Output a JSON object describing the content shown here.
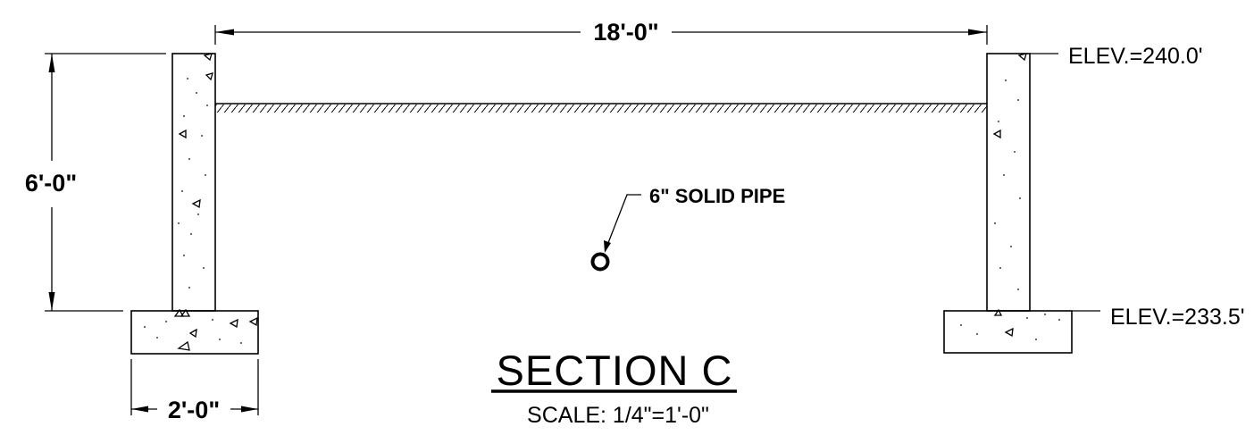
{
  "dims": {
    "span": "18'-0\"",
    "wall_height": "6'-0\"",
    "footing_width": "2'-0\""
  },
  "elevations": {
    "top": "ELEV.=240.0'",
    "bottom": "ELEV.=233.5'"
  },
  "pipe": {
    "label": "6\" SOLID PIPE"
  },
  "title": {
    "main": "SECTION C",
    "scale": "SCALE:  1/4\"=1'-0\""
  }
}
